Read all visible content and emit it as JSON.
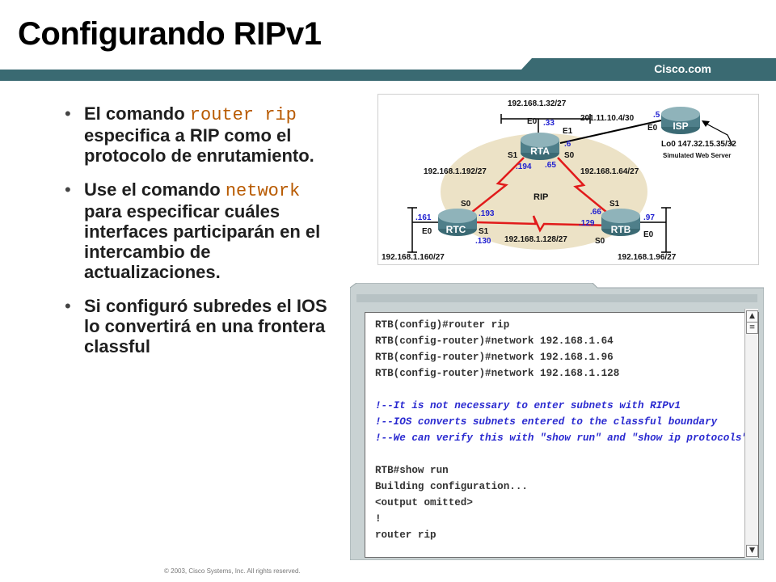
{
  "slide": {
    "title": "Configurando RIPv1",
    "brand": "Cisco.com",
    "footer": "© 2003, Cisco Systems, Inc. All rights reserved."
  },
  "bullets": [
    {
      "pre": "El comando ",
      "code": "router rip",
      "post": " especifica a RIP como el protocolo de enrutamiento."
    },
    {
      "pre": "Use el comando ",
      "code": "network",
      "post": " para especificar cuáles interfaces participarán en el intercambio de actualizaciones."
    },
    {
      "pre": "Si configuró subredes el IOS lo convertirá en una frontera classful",
      "code": "",
      "post": ""
    }
  ],
  "diagram": {
    "rip_label": "RIP",
    "routers": {
      "rta": "RTA",
      "rtb": "RTB",
      "rtc": "RTC",
      "isp": "ISP"
    },
    "labels": {
      "net_top": "192.168.1.32/27",
      "rta_e0": "E0",
      "rta_e0_ip": ".33",
      "rta_e1": "E1",
      "rta_e1_ip": ".6",
      "isp_link": "201.11.10.4/30",
      "isp_ip": ".5",
      "isp_e0": "E0",
      "lo0": "Lo0 147.32.15.35/32",
      "web": "Simulated Web Server",
      "rta_s1": "S1",
      "rta_s0": "S0",
      "rta_s1_ip": ".194",
      "rta_s0_ip": ".65",
      "net_left": "192.168.1.192/27",
      "net_right": "192.168.1.64/27",
      "rtc_s0": "S0",
      "rtc_s0_ip": ".193",
      "rtb_s1": "S1",
      "rtb_s1_ip": ".66",
      "rtc_e0_ip": ".161",
      "rtc_e0": "E0",
      "rtc_s1": "S1",
      "rtc_s1_ip": ".130",
      "rtb_s0_ip": ".129",
      "rtb_s0": "S0",
      "rtb_e0_ip": ".97",
      "rtb_e0": "E0",
      "net_bottom": "192.168.1.128/27",
      "net_lan_left": "192.168.1.160/27",
      "net_lan_right": "192.168.1.96/27"
    }
  },
  "terminal": {
    "lines": [
      {
        "text": "RTB(config)#router rip",
        "comment": false
      },
      {
        "text": "RTB(config-router)#network 192.168.1.64",
        "comment": false
      },
      {
        "text": "RTB(config-router)#network 192.168.1.96",
        "comment": false
      },
      {
        "text": "RTB(config-router)#network 192.168.1.128",
        "comment": false
      },
      {
        "text": "",
        "comment": false
      },
      {
        "text": "!--It is not necessary to enter subnets with RIPv1",
        "comment": true
      },
      {
        "text": "!--IOS converts subnets entered to the classful boundary",
        "comment": true
      },
      {
        "text": "!--We can verify this with \"show run\" and \"show ip protocols\"",
        "comment": true
      },
      {
        "text": "",
        "comment": false
      },
      {
        "text": "RTB#show run",
        "comment": false
      },
      {
        "text": "Building configuration...",
        "comment": false
      },
      {
        "text": "<output omitted>",
        "comment": false
      },
      {
        "text": "!",
        "comment": false
      },
      {
        "text": "router rip",
        "comment": false
      }
    ]
  },
  "colors": {
    "bar": "#3a6a72",
    "code": "#b85a00",
    "comment": "#2a2ad0",
    "ip_label": "#1f1fd0",
    "router": "#4f7f8a",
    "rip_area": "#ece2c6",
    "serial_link": "#e11b1b",
    "terminal_frame": "#c9d2d3"
  },
  "icons": {
    "bullet": "•",
    "scroll_up": "scroll-up-arrow-icon",
    "scroll_down": "scroll-down-arrow-icon"
  }
}
